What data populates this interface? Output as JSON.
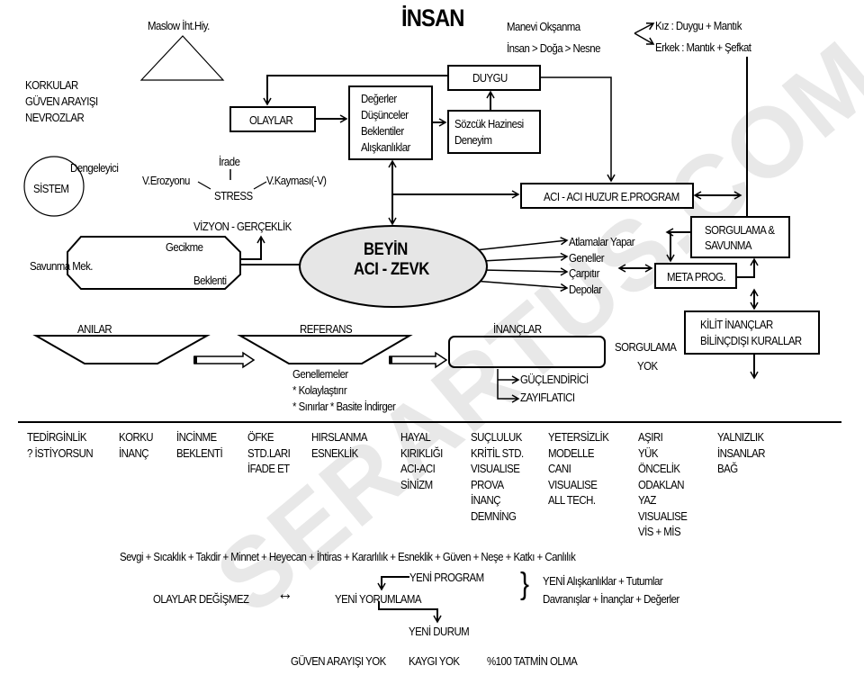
{
  "watermark": "SERARTUS.COM",
  "title": "İNSAN",
  "maslow": "Maslow İht.Hiy.",
  "fears": [
    "KORKULAR",
    "GÜVEN ARAYIŞI",
    "NEVROZLAR"
  ],
  "system": {
    "label": "SİSTEM",
    "balancer": "Dengeleyici"
  },
  "stress": {
    "center": "STRESS",
    "top": "İrade",
    "left": "V.Erozyonu",
    "right": "V.Kayması(-V)"
  },
  "boxes": {
    "events": "OLAYLAR",
    "values": [
      "Değerler",
      "Düşünceler",
      "Beklentiler",
      "Alışkanlıklar"
    ],
    "emotion": "DUYGU",
    "vocab": [
      "Sözcük Hazinesi",
      "Deneyim"
    ],
    "program": "ACI - ACI HUZUR E.PROGRAM",
    "questioning": [
      "SORGULAMA &",
      "SAVUNMA"
    ],
    "meta": "META PROG.",
    "key_beliefs": [
      "KİLİT İNANÇLAR",
      "BİLİNÇDIŞI KURALLAR"
    ]
  },
  "spiritual": {
    "line1": "Manevi Okşanma",
    "line2": "İnsan > Doğa > Nesne"
  },
  "gender": {
    "girl": "Kız    : Duygu + Mantık",
    "boy": "Erkek : Mantık + Şefkat"
  },
  "brain": {
    "line1": "BEYİN",
    "line2": "ACI - ZEVK",
    "fill": "#e6e6e6"
  },
  "brain_outputs": [
    "Atlamalar Yapar",
    "Geneller",
    "Çarpıtır",
    "Depolar"
  ],
  "defense": {
    "label": "Savunma Mek.",
    "delay": "Gecikme",
    "expectation": "Beklenti",
    "vision": "VİZYON - GERÇEKLİK"
  },
  "flow": {
    "memories": "ANILAR",
    "reference": "REFERANS",
    "beliefs": "İNANÇLAR",
    "no_question": [
      "SORGULAMA",
      "YOK"
    ],
    "empowering": "GÜÇLENDİRİCİ",
    "weakening": "ZAYIFLATICI",
    "generalizations": [
      "Genellemeler",
      "* Kolaylaştırır",
      "* Sınırlar    * Basite İndirger"
    ]
  },
  "columns": [
    [
      "TEDİRGİNLİK",
      "? İSTİYORSUN"
    ],
    [
      "KORKU",
      "İNANÇ"
    ],
    [
      "İNCİNME",
      "BEKLENTİ"
    ],
    [
      "ÖFKE",
      "STD.LARI",
      "İFADE ET"
    ],
    [
      "HIRSLANMA",
      "ESNEKLİK"
    ],
    [
      "HAYAL",
      "KIRIKLIĞI",
      "ACI-ACI",
      "SİNİZM"
    ],
    [
      "SUÇLULUK",
      "KRİTİL STD.",
      "VISUALISE",
      "PROVA",
      "İNANÇ",
      "DEMNİNG"
    ],
    [
      "YETERSİZLİK",
      "MODELLE",
      "CANI",
      "VISUALISE",
      "ALL TECH."
    ],
    [
      "AŞIRI",
      "YÜK",
      "ÖNCELİK",
      "ODAKLAN",
      "YAZ",
      "VISUALISE",
      "VİS + MİS"
    ],
    [
      "YALNIZLIK",
      "İNSANLAR",
      "BAĞ"
    ]
  ],
  "feelings": "Sevgi + Sıcaklık + Takdir + Minnet + Heyecan + İhtiras + Kararlılık + Esneklik + Güven + Neşe + Katkı + Canlılık",
  "renewal": {
    "new_program": "YENİ PROGRAM",
    "events_same": "OLAYLAR DEĞİŞMEZ",
    "arrow": "↔",
    "new_interpretation": "YENİ YORUMLAMA",
    "new_state": "YENİ DURUM",
    "brace": "}",
    "new_habits": "YENİ Alışkanlıklar + Tutumlar",
    "behaviors": "Davranışlar + İnançlar + Değerler"
  },
  "outcomes": [
    "GÜVEN ARAYIŞI YOK",
    "KAYGI YOK",
    "%100 TATMİN OLMA"
  ]
}
